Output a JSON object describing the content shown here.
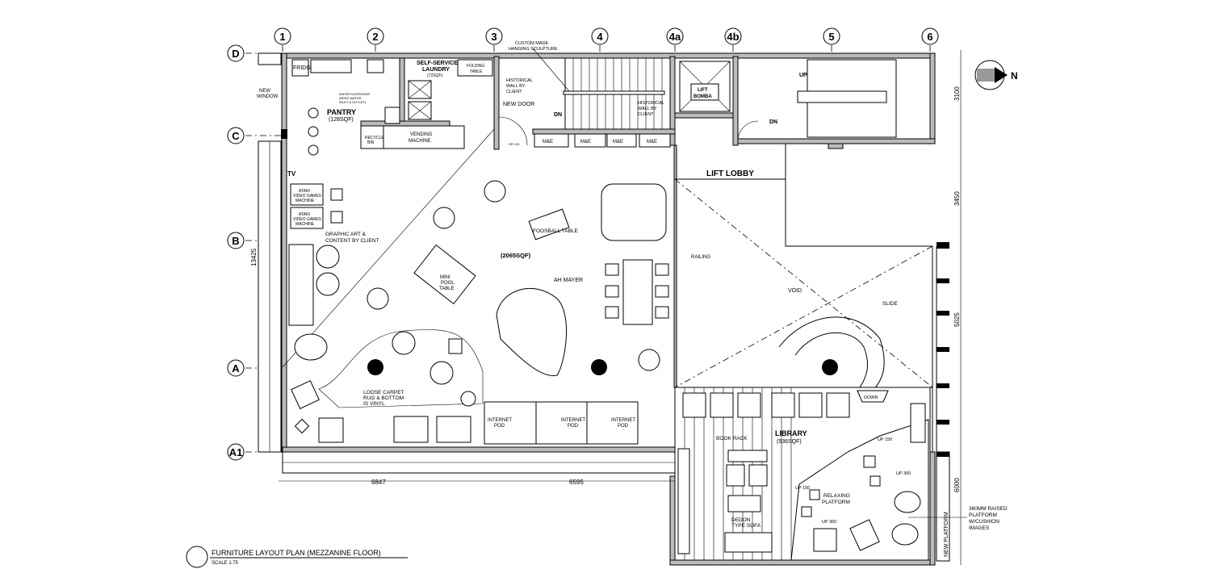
{
  "grid": {
    "columns": [
      "1",
      "2",
      "3",
      "4",
      "4a",
      "4b",
      "5",
      "6"
    ],
    "rows": [
      "D",
      "C",
      "B",
      "A",
      "A1"
    ]
  },
  "dimensions": {
    "right": [
      "3100",
      "3450",
      "5025",
      "6000"
    ],
    "left": "13425",
    "bottom": [
      "6847",
      "6595"
    ]
  },
  "labels": {
    "pantry": "PANTRY",
    "pantry_area": "(128SQF)",
    "fridge": "FRIDGE",
    "water_dispenser": [
      "WATER DISPENSER",
      "(NEED WATER",
      "INLET & OUTLET)"
    ],
    "laundry": [
      "SELF-SERVICE",
      "LAUNDRY"
    ],
    "laundry_area": "(72SQF)",
    "folding_table": [
      "FOLDING",
      "TABLE"
    ],
    "recycle_bin": [
      "RECYCLE",
      "BIN"
    ],
    "vending": [
      "VENDING",
      "MACHINE"
    ],
    "sculpture": [
      "CUSTOM MADE",
      "HANGING SCULPTURE"
    ],
    "historical_wall": [
      "HISTORICAL",
      "WALL BY",
      "CLIENT"
    ],
    "new_door": "NEW DOOR",
    "dn": "DN",
    "up": "UP",
    "me": "M&E",
    "lift": [
      "LIFT",
      "BOMBA"
    ],
    "lift_lobby": "LIFT LOBBY",
    "tv": "TV",
    "atari": [
      "ATARI",
      "VIDEO GAMES",
      "MACHINE"
    ],
    "graphic_art": [
      "GRAPHIC ART &",
      "CONTENT BY CLIENT"
    ],
    "foosball": "FOOSBALL TABLE",
    "main_area": "(2065SQF)",
    "pool": [
      "MINI",
      "POOL",
      "TABLE"
    ],
    "ah_mayer": "AH MAYER",
    "railing": "RAILING",
    "void": "VOID",
    "slide": "SLIDE",
    "down": "DOWN",
    "carpet": [
      "LOOSE CARPET",
      "RUG & BOTTOM",
      "IS VINYL"
    ],
    "internet_pod": [
      "INTERNET",
      "POD"
    ],
    "book_rack": "BOOK RACK",
    "library": "LIBRARY",
    "library_area": "(536SQF)",
    "up150": "UP 150",
    "up360": "UP 360",
    "relaxing": [
      "RELAXING",
      "PLATFORM"
    ],
    "dedon": [
      "DEDON",
      "TYPE SOFA"
    ],
    "raised": [
      "360MM RAISED",
      "PLATFORM",
      "W/CUSHION",
      "IMAGES"
    ],
    "new_platform": "NEW PLATFORM",
    "new_window": [
      "NEW",
      "WINDOW"
    ],
    "dr": "DR 100"
  },
  "title": {
    "name": "FURNITURE LAYOUT PLAN (MEZZANINE FLOOR)",
    "scale": "SCALE 1:75"
  }
}
